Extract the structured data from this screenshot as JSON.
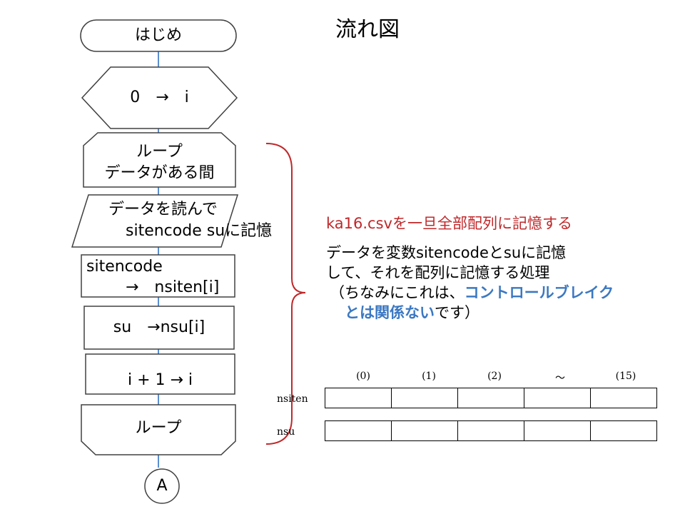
{
  "title": "流れ図",
  "flow": {
    "start": "はじめ",
    "init": "0　→　i",
    "loop_start_line1": "ループ",
    "loop_start_line2": "データがある間",
    "read_line1": "データを読んで",
    "read_line2": "sitencode  suに記憶",
    "assign1_line1": "sitencode",
    "assign1_line2": "→　nsiten[i]",
    "assign2": "su　→nsu[i]",
    "increment": "i + 1 → i",
    "loop_end": "ループ",
    "connector": "A"
  },
  "note": {
    "heading": "ka16.csvを一旦全部配列に記憶する",
    "line1": "データを変数sitencodeとsuに記憶",
    "line2": "して、それを配列に記憶する処理",
    "line3_pre": "（ちなみにこれは、",
    "line3_blue": "コントロールブレイク",
    "line4_blue": "とは関係ない",
    "line4_post": "です）"
  },
  "array_table": {
    "indices": [
      "(0)",
      "(1)",
      "(2)",
      "～",
      "(15)"
    ],
    "rows": [
      "nsiten",
      "nsu"
    ]
  },
  "colors": {
    "connector_line": "#5b8fd0",
    "brace": "#c0282a",
    "heading_text": "#c0282a",
    "emphasis_text": "#3b78c2"
  }
}
